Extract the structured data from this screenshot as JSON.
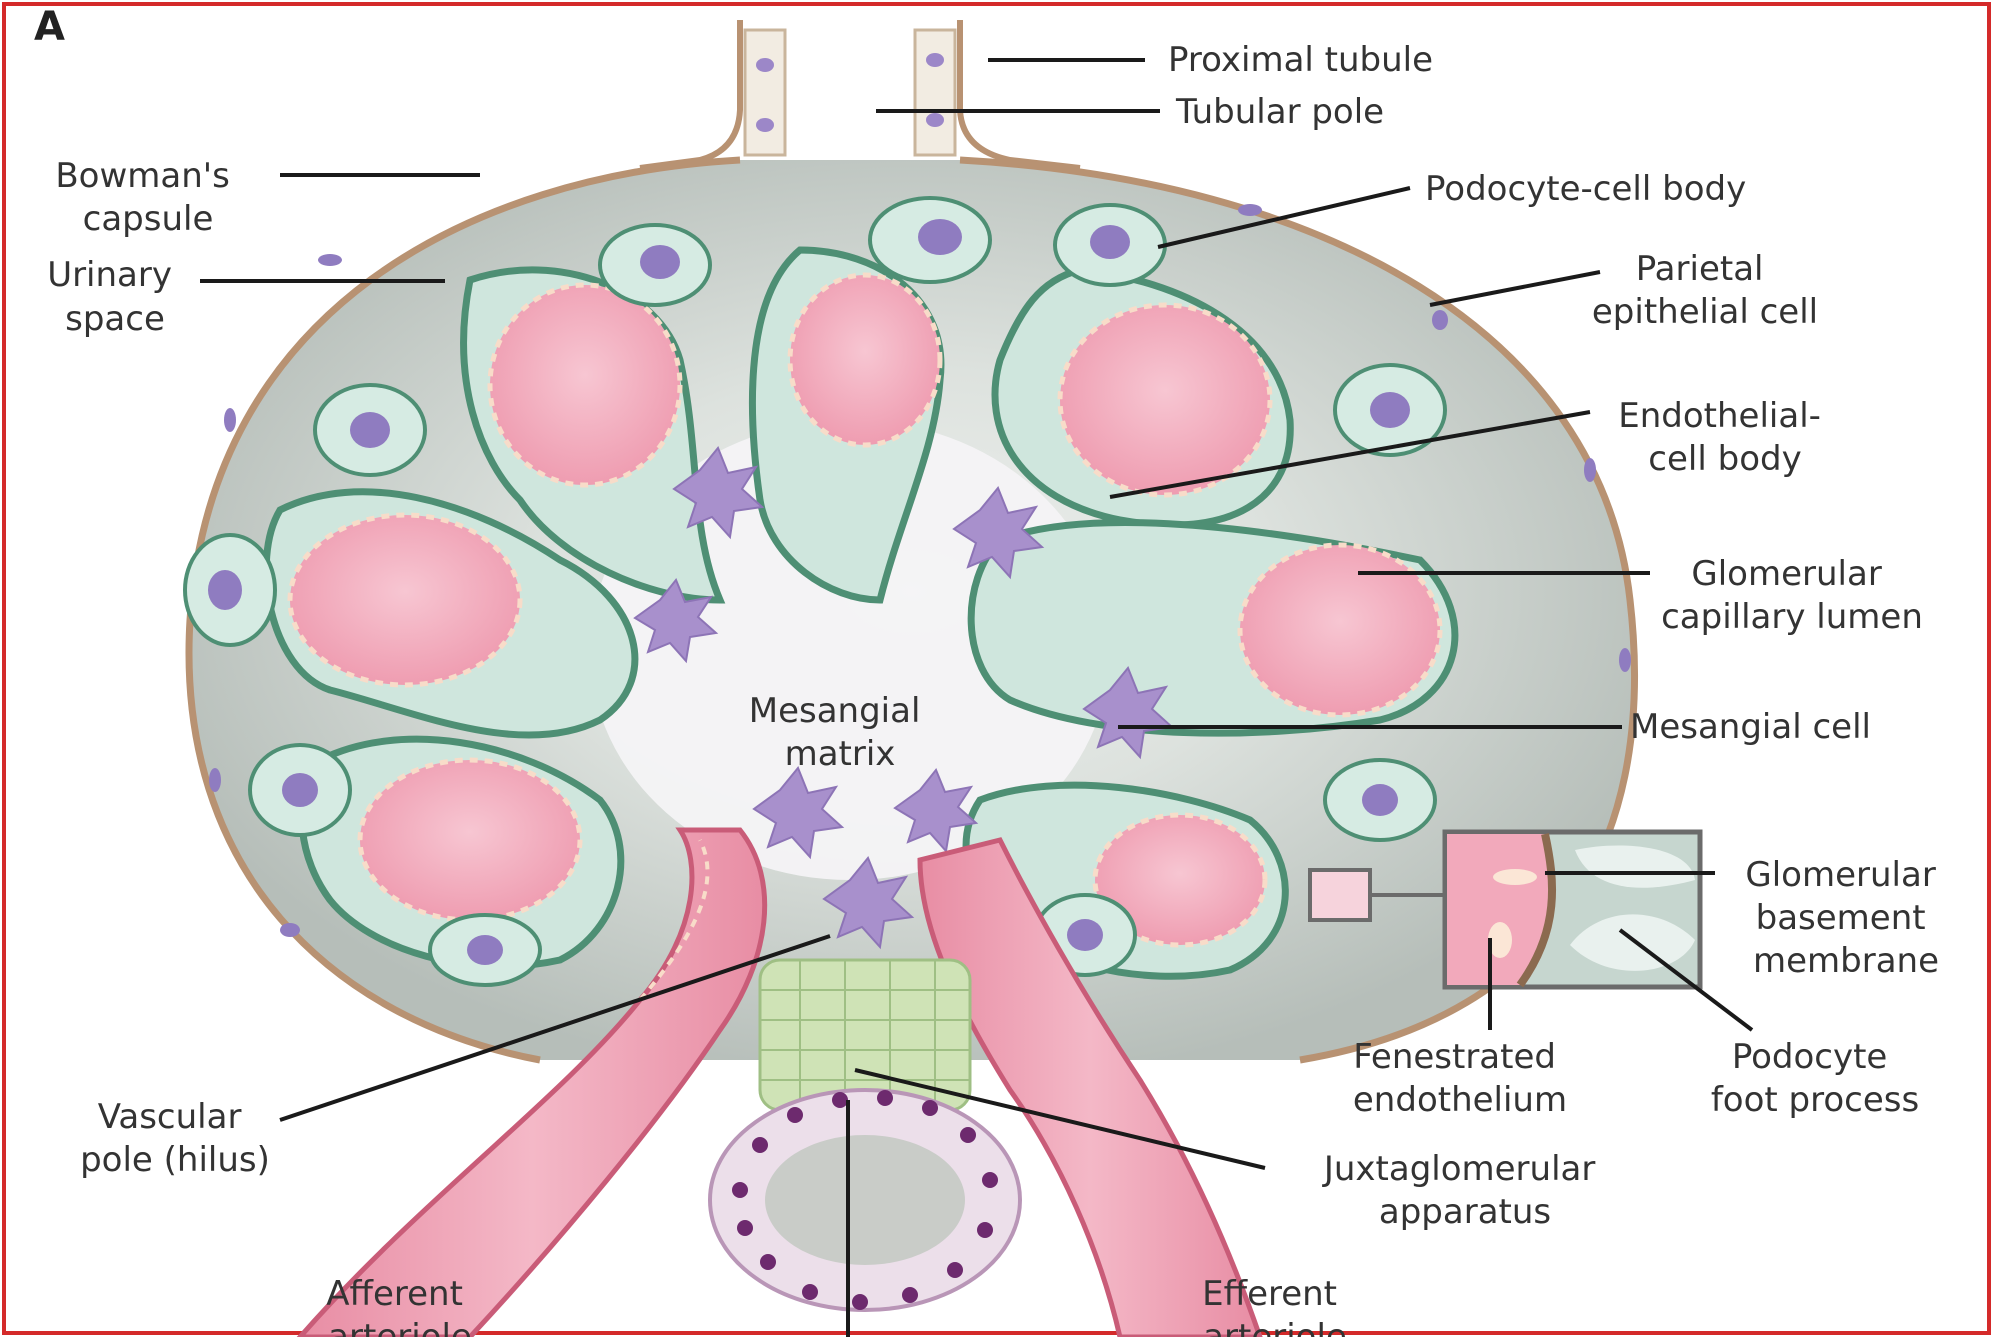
{
  "figure": {
    "panel_letter": "A",
    "labels": {
      "proximal_tubule": [
        "Proximal tubule"
      ],
      "tubular_pole": [
        "Tubular pole"
      ],
      "bowmans_capsule": [
        "Bowman's",
        "capsule"
      ],
      "urinary_space": [
        "Urinary",
        "space"
      ],
      "podocyte_cell_body": [
        "Podocyte-cell body"
      ],
      "parietal_epithelial_cell": [
        "Parietal",
        "epithelial cell"
      ],
      "endothelial_cell_body": [
        "Endothelial-",
        "cell body"
      ],
      "glomerular_capillary_lumen": [
        "Glomerular",
        "capillary lumen"
      ],
      "mesangial_matrix": [
        "Mesangial",
        "matrix"
      ],
      "mesangial_cell": [
        "Mesangial cell"
      ],
      "glomerular_basement_membrane": [
        "Glomerular",
        "basement",
        "membrane"
      ],
      "fenestrated_endothelium": [
        "Fenestrated",
        "endothelium"
      ],
      "podocyte_foot_process": [
        "Podocyte",
        "foot process"
      ],
      "vascular_pole": [
        "Vascular",
        "pole (hilus)"
      ],
      "juxtaglomerular_apparatus": [
        "Juxtaglomerular",
        "apparatus"
      ],
      "afferent_arteriole": [
        "Afferent",
        "arteriole"
      ],
      "efferent_arteriole": [
        "Efferent",
        "arteriole"
      ]
    }
  },
  "colors": {
    "frame_border": "#d42a2a",
    "capsule_wall": "#b89272",
    "urinary_space": "#bfc7c2",
    "urinary_space_center": "#e6e9e6",
    "capillary_lumen": "#f0a3b6",
    "capillary_lumen_light": "#f7c3cf",
    "endothelium_dash": "#fbe6d6",
    "podocyte": "#cfe6dd",
    "podocyte_outline": "#4e8f74",
    "podocyte_nucleus": "#8f7cc0",
    "mesangial_cell": "#a890cc",
    "mesangial_matrix": "#f3f2f4",
    "arteriole": "#ec9fb3",
    "arteriole_wall": "#c95c78",
    "juxtaglomerular": "#cfe3b6",
    "macula_cell": "#ecdfea",
    "macula_nucleus": "#6d2a6e",
    "label_text": "#333333",
    "leader_line": "#1a1a1a"
  }
}
